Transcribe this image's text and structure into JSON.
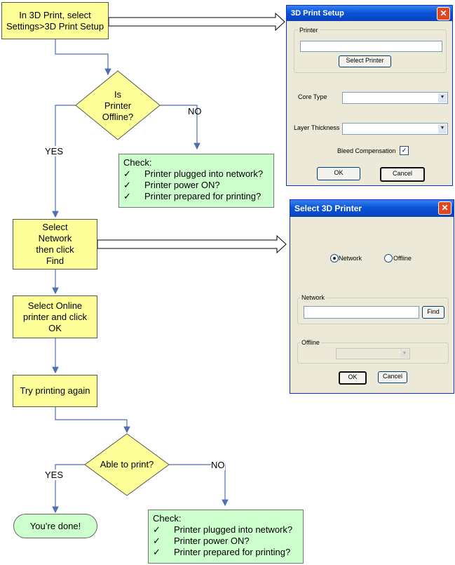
{
  "flow": {
    "start": "In 3D Print, select\nSettings>3D Print Setup",
    "decision1": "Is\nPrinter\nOffline?",
    "d1_no": "NO",
    "d1_yes": "YES",
    "check1": {
      "title": "Check:",
      "mark": "✓",
      "items": [
        "Printer plugged into network?",
        "Printer power ON?",
        "Printer prepared for printing?"
      ]
    },
    "select_network": "Select\nNetwork\nthen click\nFind",
    "select_online": "Select Online\nprinter and click\nOK",
    "try_again": "Try printing again",
    "decision2": "Able to print?",
    "d2_yes": "YES",
    "d2_no": "NO",
    "done": "You’re done!",
    "check2": {
      "title": "Check:",
      "mark": "✓",
      "items": [
        "Printer plugged into network?",
        "Printer power ON?",
        "Printer prepared for printing?"
      ]
    }
  },
  "dialog1": {
    "title": "3D Print Setup",
    "close": "✕",
    "printer_group": "Printer",
    "printer_value": "",
    "select_printer_button": "Select Printer",
    "core_type_label": "Core Type",
    "core_type_value": "",
    "layer_thickness_label": "Layer Thickness",
    "layer_thickness_value": "",
    "bleed_label": "Bleed Compensation",
    "bleed_checked": "✓",
    "ok_button": "OK",
    "cancel_button": "Cancel",
    "dropdown_arrow": "▼"
  },
  "dialog2": {
    "title": "Select 3D Printer",
    "close": "✕",
    "radio_network": "Network",
    "radio_offline": "Offline",
    "network_group": "Network",
    "network_value": "",
    "find_button": "Find",
    "offline_group": "Offline",
    "offline_value": "",
    "ok_button": "OK",
    "cancel_button": "Cancel",
    "dropdown_arrow": "▼"
  }
}
